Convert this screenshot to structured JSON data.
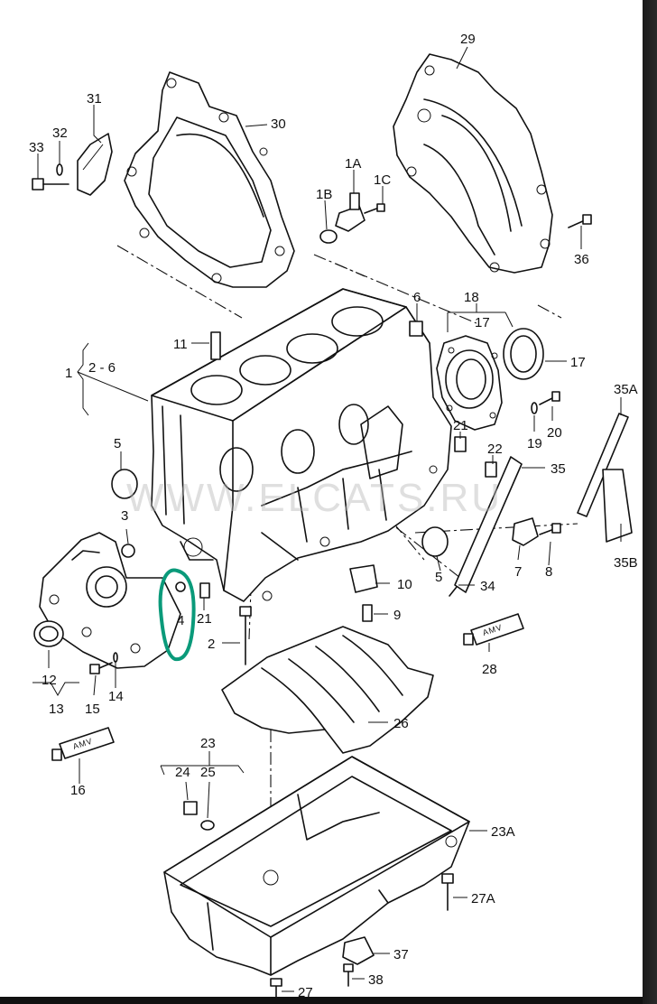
{
  "labels": {
    "l1": "1",
    "l1A": "1A",
    "l1B": "1B",
    "l1C": "1C",
    "l2": "2",
    "l2to6": "2 - 6",
    "l3": "3",
    "l4": "4",
    "l5a": "5",
    "l5b": "5",
    "l6": "6",
    "l7": "7",
    "l8": "8",
    "l9": "9",
    "l10": "10",
    "l11": "11",
    "l12": "12",
    "l13": "13",
    "l14": "14",
    "l15": "15",
    "l16": "16",
    "l17a": "17",
    "l17b": "17",
    "l18": "18",
    "l19": "19",
    "l20": "20",
    "l21a": "21",
    "l21b": "21",
    "l22": "22",
    "l23": "23",
    "l23A": "23A",
    "l24": "24",
    "l25": "25",
    "l26": "26",
    "l27": "27",
    "l27A": "27A",
    "l28": "28",
    "l29": "29",
    "l30": "30",
    "l31": "31",
    "l32": "32",
    "l33": "33",
    "l34": "34",
    "l35": "35",
    "l35A": "35A",
    "l35B": "35B",
    "l36": "36",
    "l37": "37",
    "l38": "38"
  },
  "tube_text": "AMV",
  "watermark": "WWW.ELCATS.RU",
  "highlight_color": "#0a9a7a"
}
